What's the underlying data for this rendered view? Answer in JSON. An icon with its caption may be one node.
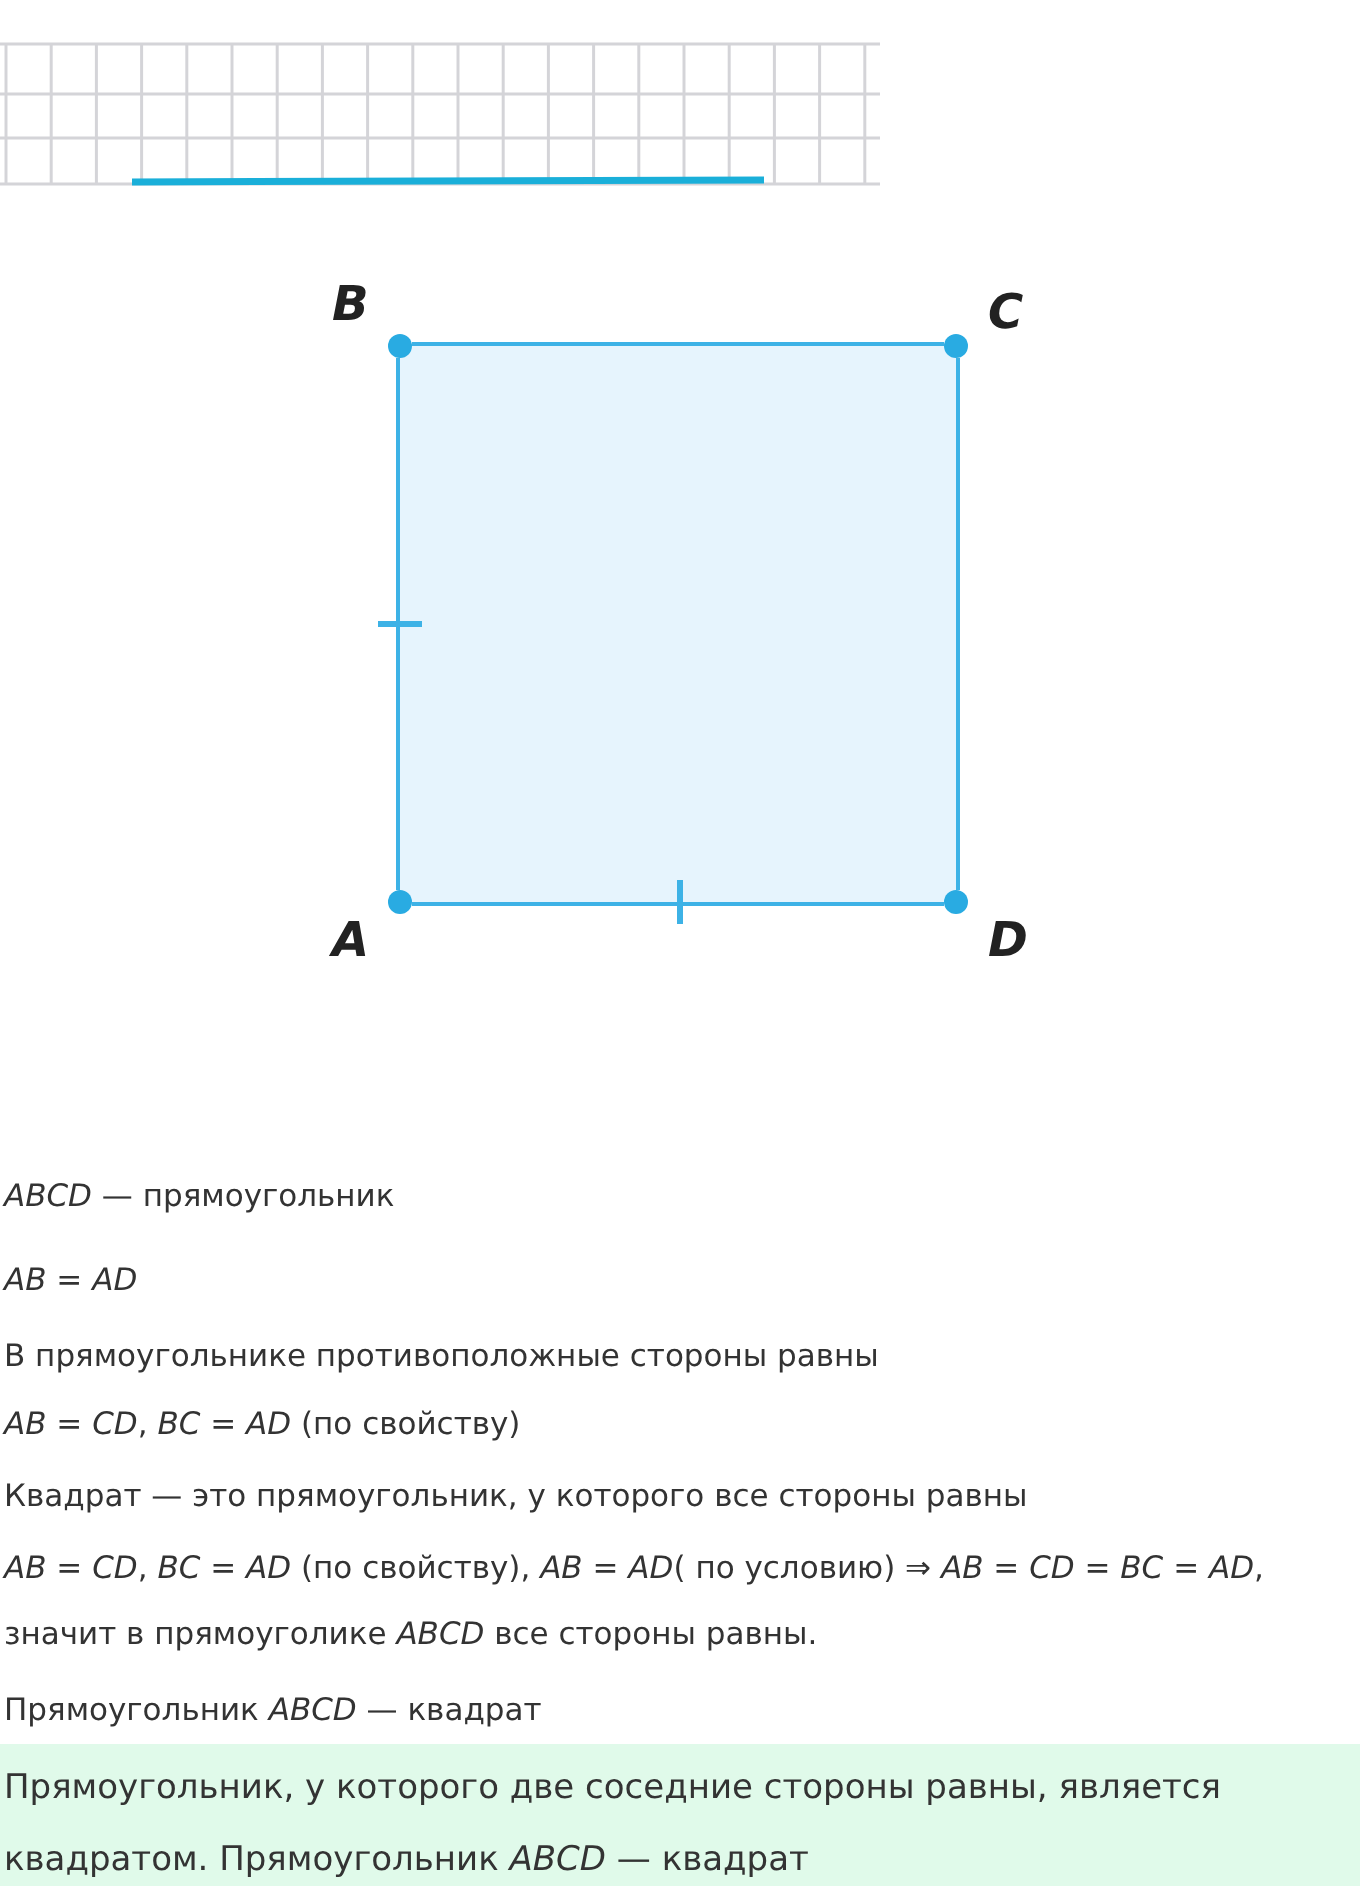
{
  "diagram": {
    "nodes": [
      {
        "text": [],
        "shape": "circle",
        "beside": [
          "B"
        ]
      },
      {
        "text": [],
        "shape": "circle",
        "beside": [
          "C"
        ]
      },
      {
        "text": [],
        "shape": "circle",
        "beside": [
          "A"
        ]
      },
      {
        "text": [],
        "shape": "circle",
        "beside": [
          "D"
        ]
      },
      {
        "text": [
          "Прямоугольник, у которого две соседние стороны равны, является квадратом. Прямоугольник *ABCD* — квадрат"
        ]
      }
    ],
    "edges": [
      {
        "from": 0,
        "to": 1,
        "arrow": "none"
      },
      {
        "from": 1,
        "to": 3,
        "arrow": "none"
      },
      {
        "from": 3,
        "to": 2,
        "arrow": "none"
      },
      {
        "from": 2,
        "to": 0,
        "arrow": "none"
      }
    ],
    "labels": [
      "*ABCD* — прямоугольник",
      "*AB* = *AD*",
      "В прямоугольнике противоположные стороны равны",
      "*AB* = *CD*, *BC* = *AD* (по свойству)",
      "Квадрат — это прямоугольник, у которого все стороны равны",
      "*AB* = *CD*, *BC* = *AD* (по свойству), *AB* = *AD*( по условию) ⇒ *AB* = *CD* = *BC* = *AD*, значит в прямоуголике *ABCD* все стороны равны.",
      "Прямоугольник *ABCD* — квадрат"
    ]
  }
}
